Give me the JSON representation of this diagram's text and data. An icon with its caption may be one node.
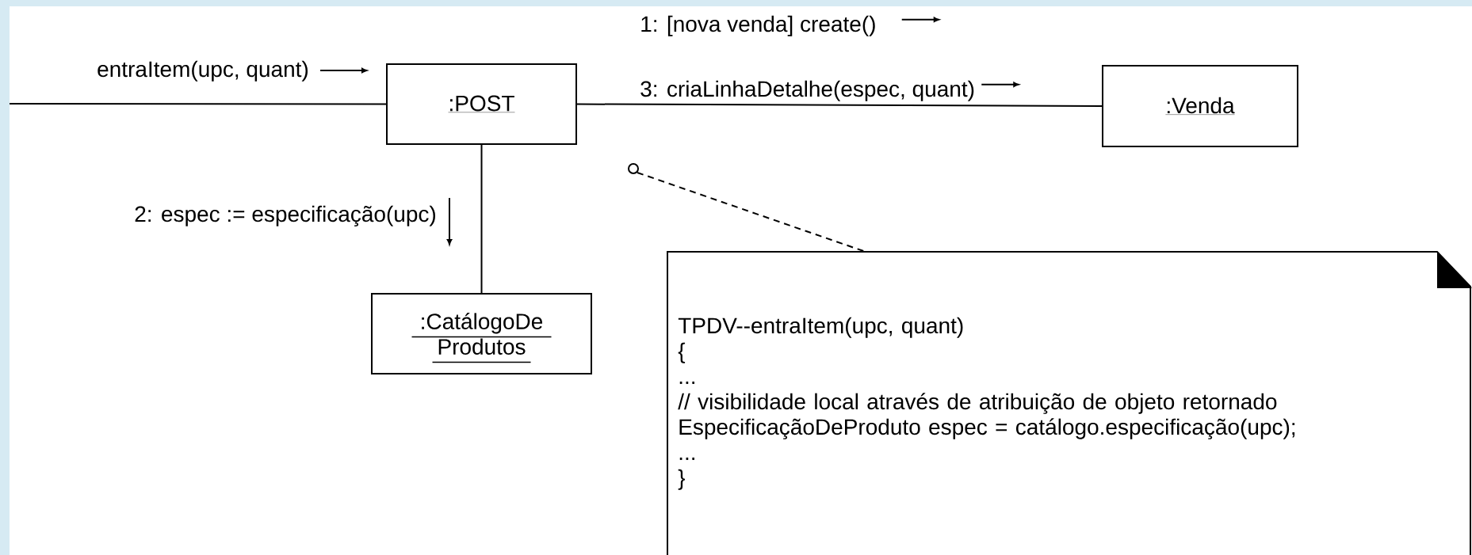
{
  "diagram": {
    "nodes": [
      {
        "text": [
          ":POST"
        ]
      },
      {
        "text": [
          ":Venda"
        ]
      },
      {
        "text": [
          ":CatálogoDe Produtos"
        ]
      },
      {
        "text": [
          "TPDV--entraItem(upc, quant)",
          "{",
          "...",
          "// visibilidade local através de atribuição de objeto retornado",
          "EspecificaçãoDeProduto espec = catálogo.especificação(upc);",
          "...",
          "}"
        ]
      },
      {
        "text": [],
        "shape": "circle"
      }
    ],
    "edges": [
      {
        "from": null,
        "to": 0,
        "arrow": "none",
        "label": "entraItem(upc, quant)"
      },
      {
        "from": 0,
        "to": 1,
        "arrow": "none",
        "label": "3: criaLinhaDetalhe(espec, quant)"
      },
      {
        "from": 0,
        "to": 2,
        "arrow": "none",
        "label": "2: espec := especificação(upc)"
      },
      {
        "from": 4,
        "to": 3,
        "arrow": "none",
        "style": "dashed"
      }
    ],
    "labels": [
      "1: [nova venda]  create()"
    ]
  }
}
